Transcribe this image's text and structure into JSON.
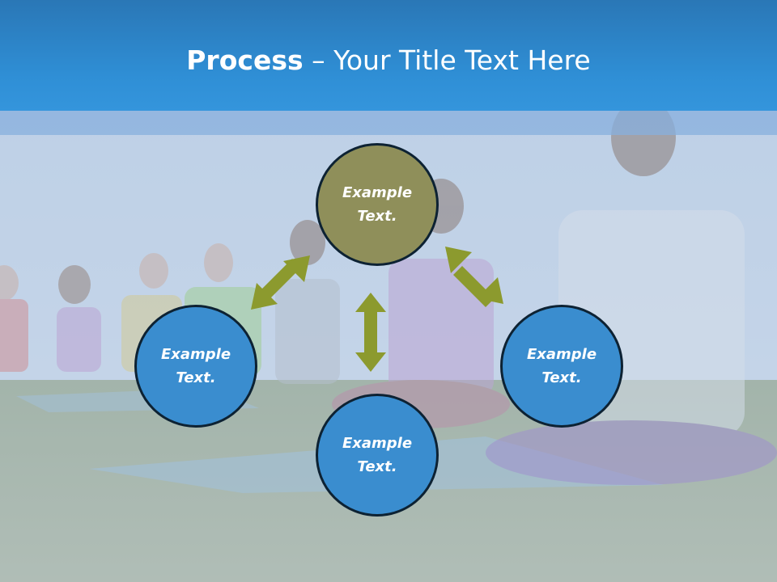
{
  "title": {
    "bold": "Process",
    "dash": " – ",
    "rest": "Your Title Text Here"
  },
  "nodes": {
    "top": {
      "line1": "Example",
      "line2": "Text."
    },
    "left": {
      "line1": "Example",
      "line2": "Text."
    },
    "right": {
      "line1": "Example",
      "line2": "Text."
    },
    "bottom": {
      "line1": "Example",
      "line2": "Text."
    }
  },
  "colors": {
    "header": "#2f8fd6",
    "node_blue": "#3a8dcf",
    "node_olive": "#8f8f5a",
    "arrow": "#8c9a2e"
  }
}
